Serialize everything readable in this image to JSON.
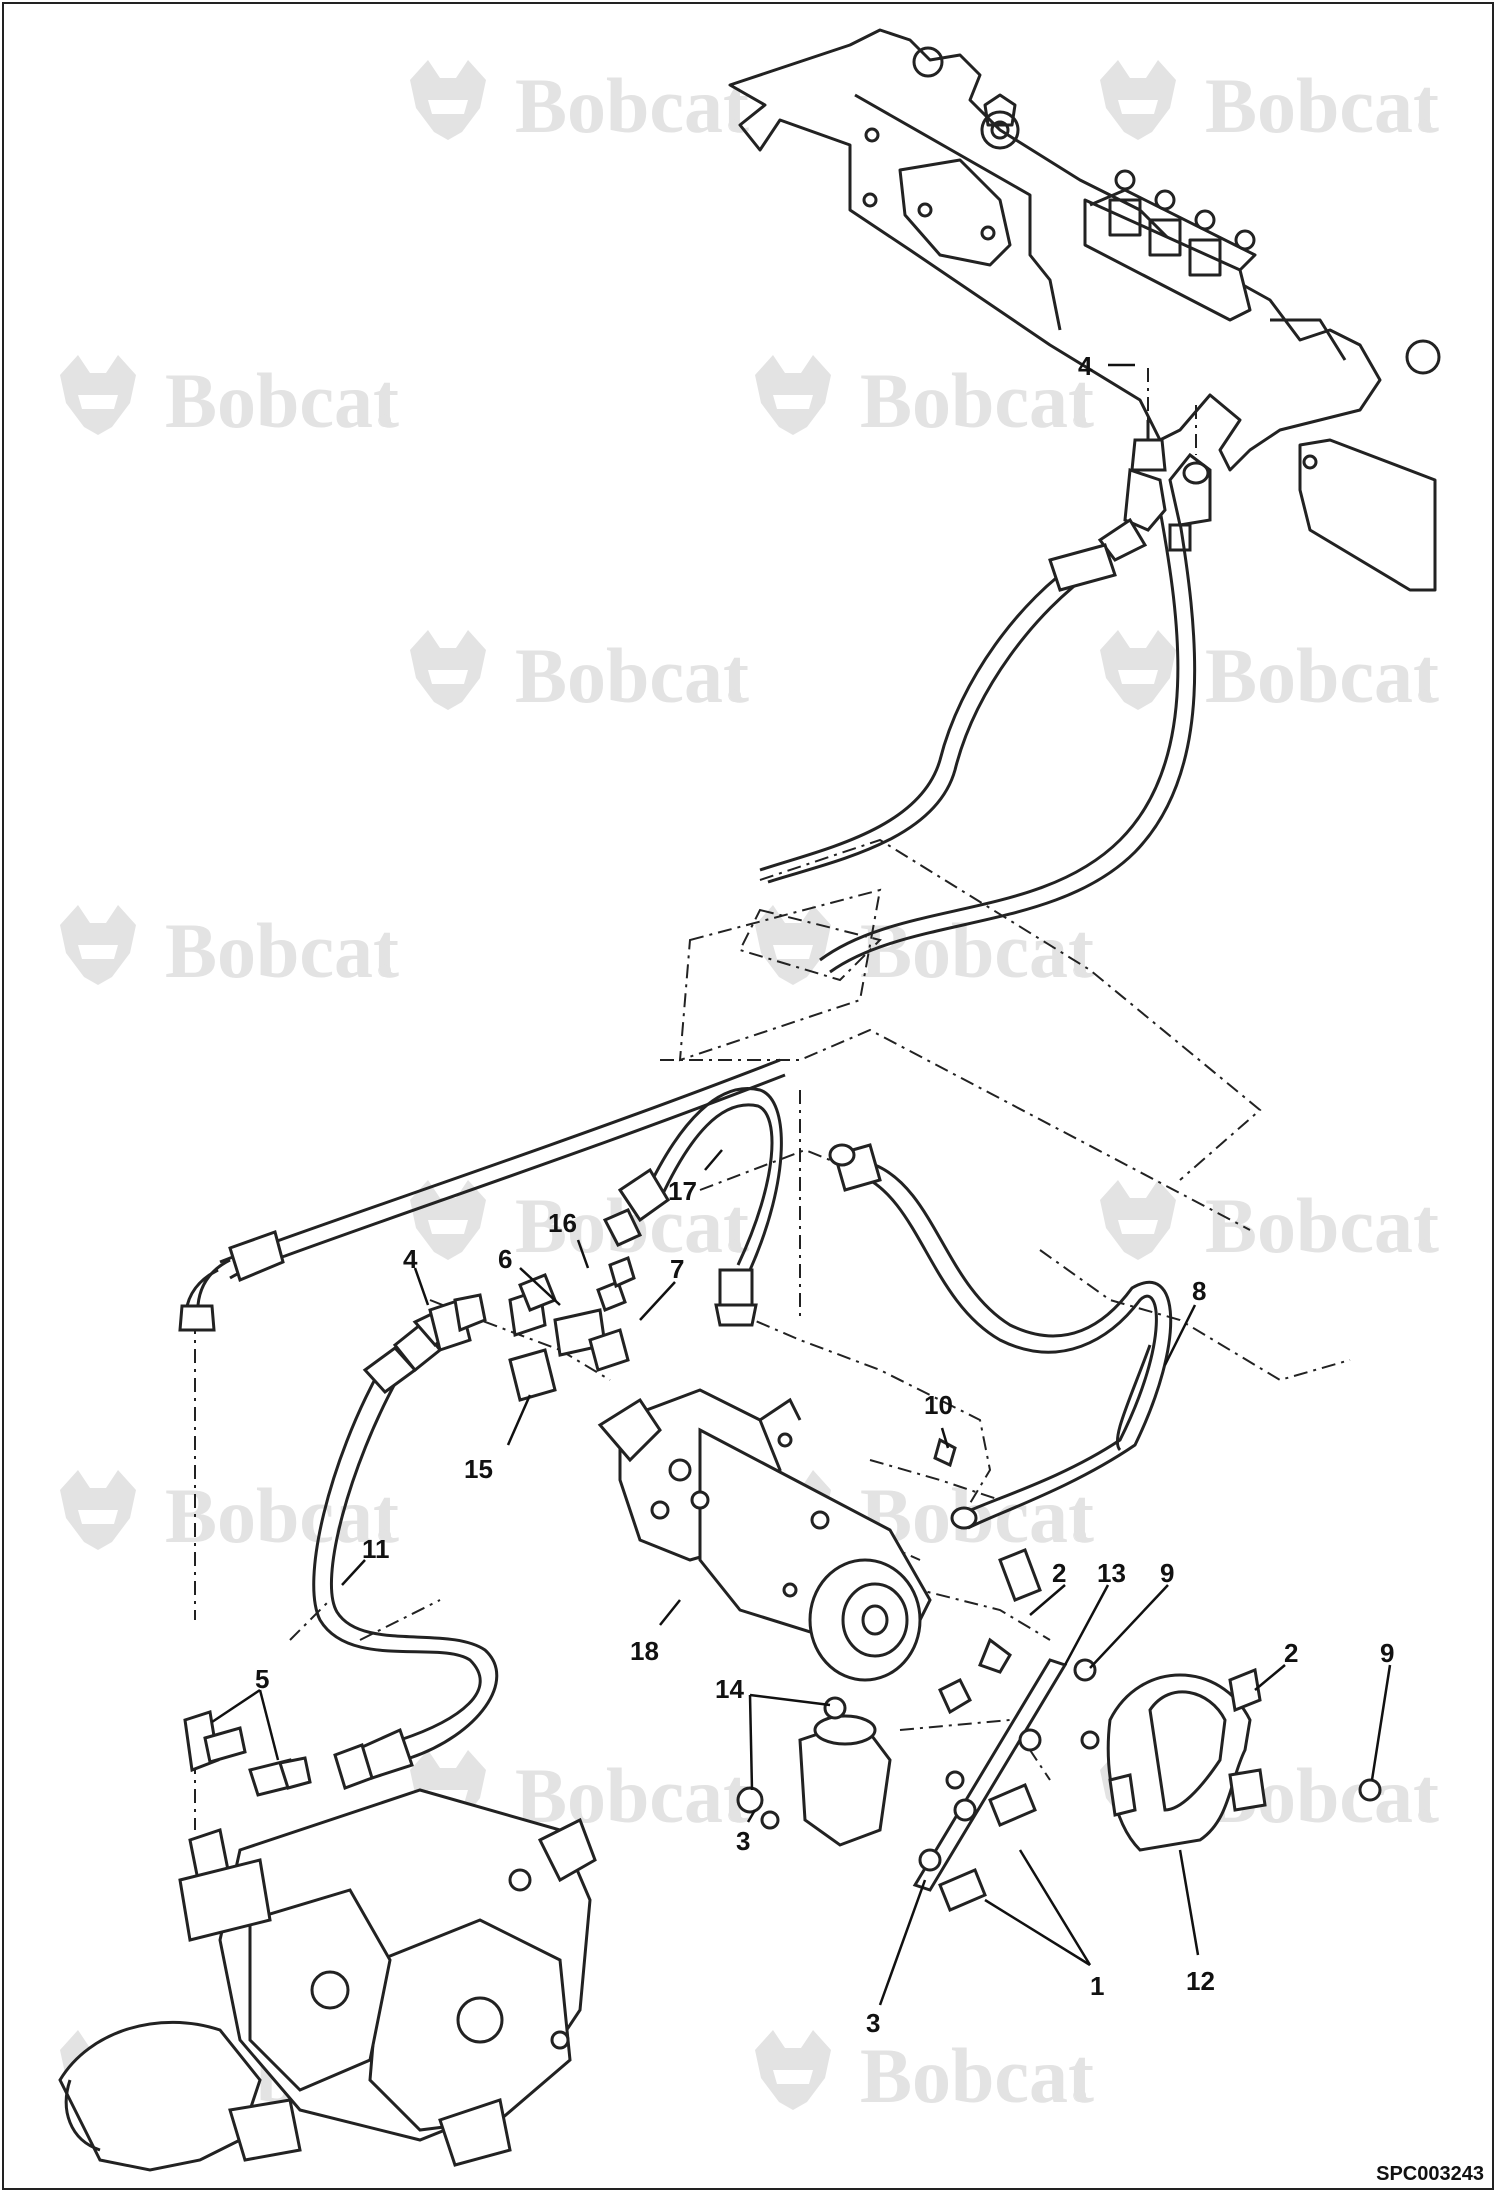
{
  "watermark": {
    "text": "Bobcat",
    "reg": "®"
  },
  "callouts": [
    "4",
    "17",
    "16",
    "6",
    "7",
    "4",
    "15",
    "10",
    "8",
    "11",
    "18",
    "2",
    "13",
    "9",
    "2",
    "9",
    "5",
    "14",
    "3",
    "3",
    "1",
    "12"
  ],
  "figure_code": "SPC003243",
  "colors": {
    "line": "#222222",
    "watermark": "#e3e3e3",
    "fill_dark": "#cfcfcf"
  }
}
